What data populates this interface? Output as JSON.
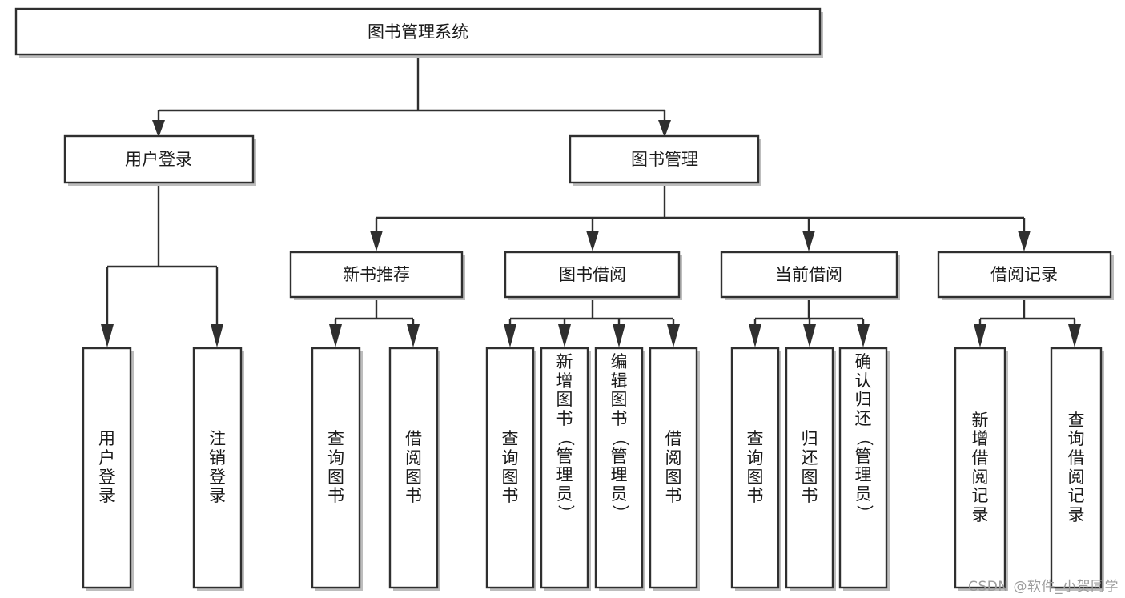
{
  "diagram": {
    "type": "tree-hierarchy",
    "title": "图书管理系统",
    "watermark": "CSDN @软件_小贺同学",
    "colors": {
      "stroke": "#2f2f2f",
      "fill": "#ffffff",
      "text": "#1a1a1a",
      "shadow": "#bdbdbd",
      "watermark": "#9c9c9c"
    },
    "levels": {
      "root": {
        "label": "图书管理系统",
        "orientation": "horizontal"
      },
      "level2": [
        {
          "label": "用户登录",
          "orientation": "horizontal"
        },
        {
          "label": "图书管理",
          "orientation": "horizontal"
        }
      ],
      "level3": [
        {
          "label": "新书推荐",
          "orientation": "horizontal",
          "parent": "图书管理"
        },
        {
          "label": "图书借阅",
          "orientation": "horizontal",
          "parent": "图书管理"
        },
        {
          "label": "当前借阅",
          "orientation": "horizontal",
          "parent": "图书管理"
        },
        {
          "label": "借阅记录",
          "orientation": "horizontal",
          "parent": "图书管理"
        }
      ],
      "leaves": [
        {
          "label": "用户登录",
          "orientation": "vertical",
          "parent": "用户登录"
        },
        {
          "label": "注销登录",
          "orientation": "vertical",
          "parent": "用户登录"
        },
        {
          "label": "查询图书",
          "orientation": "vertical",
          "parent": "新书推荐"
        },
        {
          "label": "借阅图书",
          "orientation": "vertical",
          "parent": "新书推荐"
        },
        {
          "label": "查询图书",
          "orientation": "vertical",
          "parent": "图书借阅"
        },
        {
          "label": "新增图书（管理员）",
          "orientation": "vertical",
          "parent": "图书借阅"
        },
        {
          "label": "编辑图书（管理员）",
          "orientation": "vertical",
          "parent": "图书借阅"
        },
        {
          "label": "借阅图书",
          "orientation": "vertical",
          "parent": "图书借阅"
        },
        {
          "label": "查询图书",
          "orientation": "vertical",
          "parent": "当前借阅"
        },
        {
          "label": "归还图书",
          "orientation": "vertical",
          "parent": "当前借阅"
        },
        {
          "label": "确认归还（管理员）",
          "orientation": "vertical",
          "parent": "当前借阅"
        },
        {
          "label": "新增借阅记录",
          "orientation": "vertical",
          "parent": "借阅记录"
        },
        {
          "label": "查询借阅记录",
          "orientation": "vertical",
          "parent": "借阅记录"
        }
      ]
    }
  }
}
